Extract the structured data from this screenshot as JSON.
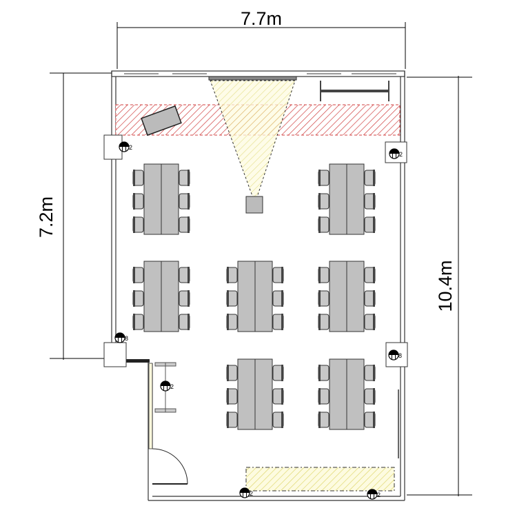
{
  "title": "Room floor plan",
  "dimensions": {
    "width_label": "7.7m",
    "left_height_label": "7.2m",
    "right_height_label": "10.4m"
  },
  "outlets": [
    {
      "id": "outlet-top-left",
      "label": "2"
    },
    {
      "id": "outlet-top-right",
      "label": "2"
    },
    {
      "id": "outlet-mid-left",
      "label": "8"
    },
    {
      "id": "outlet-mid-right",
      "label": "8"
    },
    {
      "id": "outlet-entry",
      "label": "2"
    },
    {
      "id": "outlet-bottom-left",
      "label": "2"
    },
    {
      "id": "outlet-bottom-right",
      "label": "2"
    }
  ],
  "colors": {
    "table": "#c0c0c0",
    "no_go_zone": "#d04040",
    "projection_zone": "#e8e070",
    "wall": "#333333"
  }
}
